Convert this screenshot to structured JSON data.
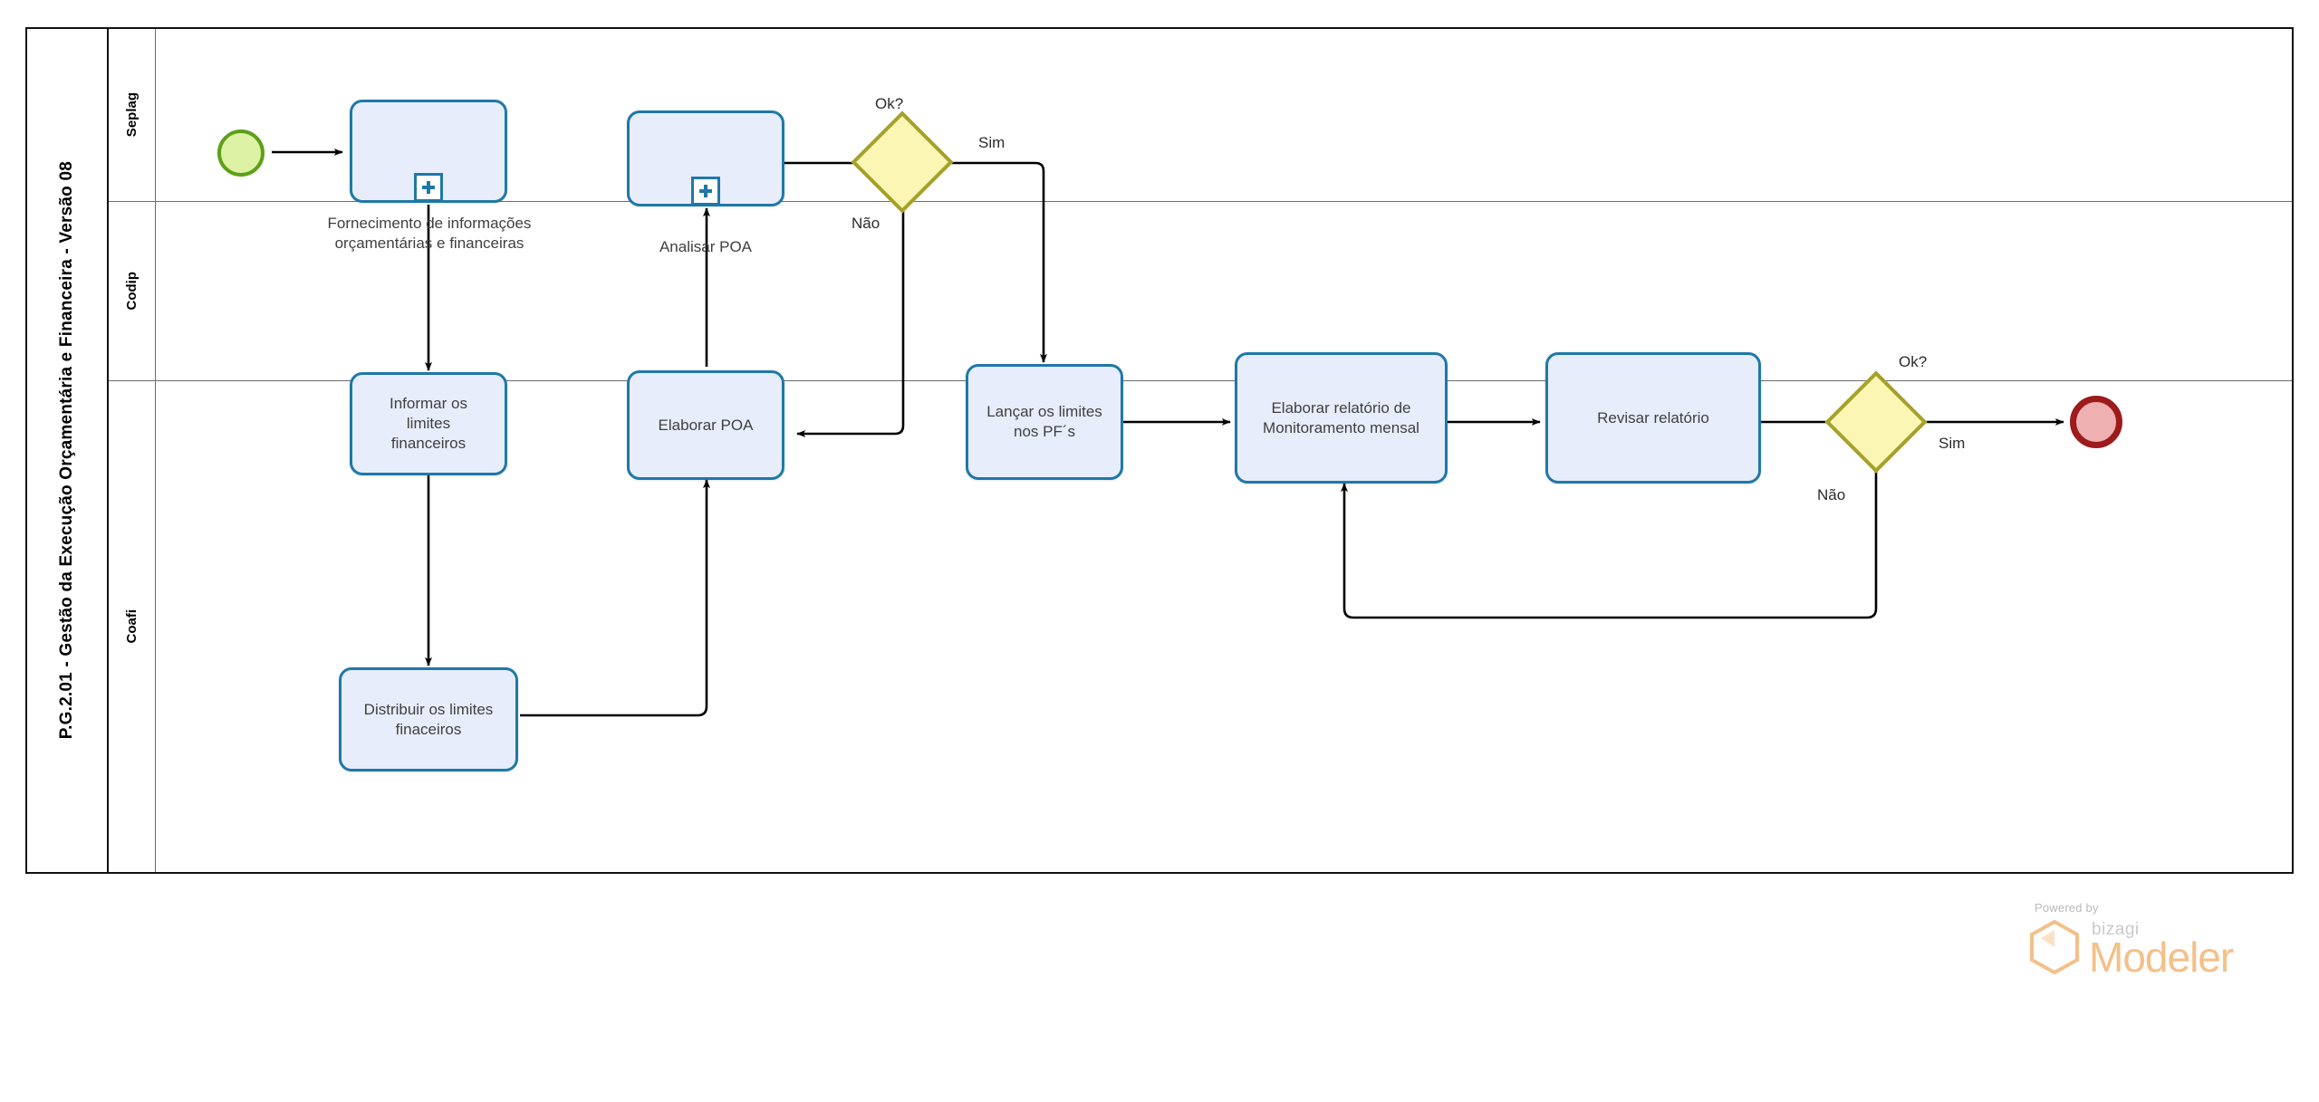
{
  "diagram": {
    "type": "bpmn-process",
    "pool": {
      "label": "P.G.2.01 - Gestão da Execução Orçamentária e Financeira - Versão 08"
    },
    "lanes": [
      {
        "id": "seplag",
        "label": "Seplag"
      },
      {
        "id": "codip",
        "label": "Codip"
      },
      {
        "id": "coafi",
        "label": "Coafi"
      }
    ],
    "nodes": {
      "start_event": {
        "kind": "start-event",
        "lane": "seplag",
        "label": ""
      },
      "fornecimento": {
        "kind": "collapsed-subprocess",
        "lane": "seplag",
        "label": "Fornecimento de informações\norçamentárias e financeiras",
        "label_position": "below"
      },
      "analisar_poa": {
        "kind": "collapsed-subprocess",
        "lane": "seplag",
        "label": "Analisar POA",
        "label_position": "below"
      },
      "gateway_ok_1": {
        "kind": "exclusive-gateway",
        "lane": "seplag",
        "label": "Ok?"
      },
      "informar_limites": {
        "kind": "task",
        "lane": "codip",
        "label": "Informar os\nlimites\nfinanceiros"
      },
      "elaborar_poa": {
        "kind": "task",
        "lane": "codip",
        "label": "Elaborar POA"
      },
      "lancar_limites": {
        "kind": "task",
        "lane": "codip",
        "label": "Lançar os limites\nnos PF´s"
      },
      "elaborar_relatorio": {
        "kind": "task",
        "lane": "codip",
        "label": "Elaborar relatório de\nMonitoramento mensal"
      },
      "revisar_relatorio": {
        "kind": "task",
        "lane": "codip",
        "label": "Revisar relatório"
      },
      "gateway_ok_2": {
        "kind": "exclusive-gateway",
        "lane": "codip",
        "label": "Ok?"
      },
      "end_event": {
        "kind": "end-event",
        "lane": "codip",
        "label": ""
      },
      "distribuir_limites": {
        "kind": "task",
        "lane": "coafi",
        "label": "Distribuir os limites\nfinaceiros"
      }
    },
    "flows": [
      {
        "from": "start_event",
        "to": "fornecimento",
        "label": ""
      },
      {
        "from": "fornecimento",
        "to": "informar_limites",
        "label": ""
      },
      {
        "from": "informar_limites",
        "to": "distribuir_limites",
        "label": ""
      },
      {
        "from": "distribuir_limites",
        "to": "elaborar_poa",
        "label": ""
      },
      {
        "from": "elaborar_poa",
        "to": "analisar_poa",
        "label": ""
      },
      {
        "from": "analisar_poa",
        "to": "gateway_ok_1",
        "label": ""
      },
      {
        "from": "gateway_ok_1",
        "to": "lancar_limites",
        "label": "Sim"
      },
      {
        "from": "gateway_ok_1",
        "to": "elaborar_poa",
        "label": "Não"
      },
      {
        "from": "lancar_limites",
        "to": "elaborar_relatorio",
        "label": ""
      },
      {
        "from": "elaborar_relatorio",
        "to": "revisar_relatorio",
        "label": ""
      },
      {
        "from": "revisar_relatorio",
        "to": "gateway_ok_2",
        "label": ""
      },
      {
        "from": "gateway_ok_2",
        "to": "end_event",
        "label": "Sim"
      },
      {
        "from": "gateway_ok_2",
        "to": "elaborar_relatorio",
        "label": "Não"
      }
    ],
    "flow_labels": {
      "gw1_sim": "Sim",
      "gw1_nao": "Não",
      "gw2_sim": "Sim",
      "gw2_nao": "Não",
      "gw1_title": "Ok?",
      "gw2_title": "Ok?"
    },
    "colors": {
      "task_fill": "#e8edfb",
      "task_stroke": "#1f78a8",
      "gateway_fill": "#fbf6b4",
      "gateway_stroke": "#a5a12b",
      "start_fill": "#ddf2a4",
      "start_stroke": "#5da019",
      "end_fill": "#eeb0b0",
      "end_stroke": "#9e1b1b",
      "connector": "#000000",
      "pool_border": "#111111",
      "lane_border": "#6d6d6d",
      "watermark_orange": "#f4c089"
    }
  },
  "watermark": {
    "powered_by": "Powered by",
    "brand": "bizagi",
    "product": "Modeler"
  }
}
